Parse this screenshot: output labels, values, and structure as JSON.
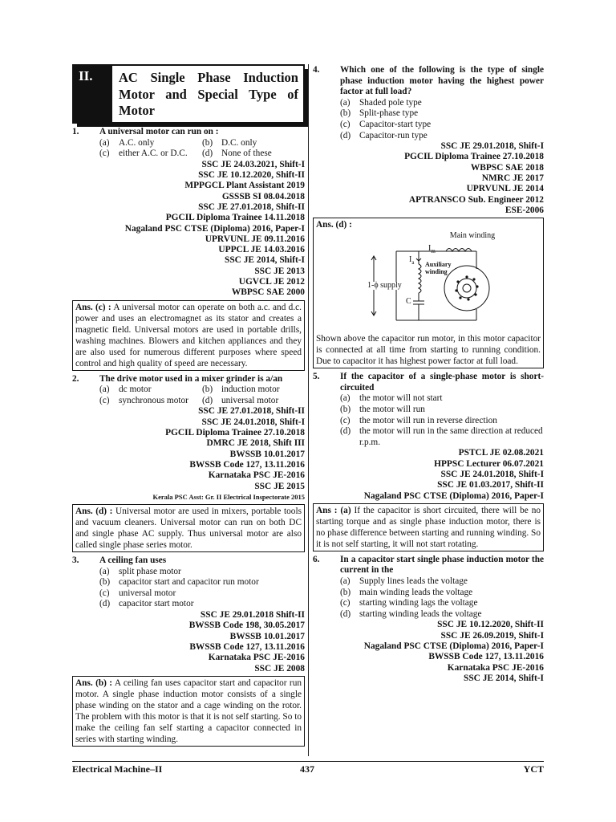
{
  "header": {
    "number": "II.",
    "title": "AC Single Phase Induction Motor and Special Type of Motor"
  },
  "questions": [
    {
      "num": "1.",
      "text": "A universal motor can run on :",
      "options": [
        {
          "key": "(a)",
          "text": "A.C. only"
        },
        {
          "key": "(b)",
          "text": "D.C. only"
        },
        {
          "key": "(c)",
          "text": "either A.C. or D.C."
        },
        {
          "key": "(d)",
          "text": "None of these"
        }
      ],
      "sources": [
        "SSC JE 24.03.2021, Shift-I",
        "SSC JE 10.12.2020, Shift-II",
        "MPPGCL Plant Assistant 2019",
        "GSSSB SI 08.04.2018",
        "SSC JE 27.01.2018, Shift-II",
        "PGCIL Diploma Trainee 14.11.2018",
        "Nagaland PSC CTSE (Diploma) 2016, Paper-I",
        "UPRVUNL JE 09.11.2016",
        "UPPCL JE 14.03.2016",
        "SSC JE 2014, Shift-I",
        "SSC JE 2013",
        "UGVCL JE 2012",
        "WBPSC SAE 2000"
      ],
      "answer_label": "Ans. (c) :",
      "answer_text": "A universal motor can operate on both a.c. and d.c. power and uses an electromagnet as its stator and creates a magnetic field. Universal motors are used in portable drills, washing machines. Blowers and kitchen appliances and they are also used for numerous different purposes where speed control and high quality of speed are necessary."
    },
    {
      "num": "2.",
      "text": "The drive motor used in a mixer grinder is a/an",
      "options": [
        {
          "key": "(a)",
          "text": "dc motor"
        },
        {
          "key": "(b)",
          "text": "induction motor"
        },
        {
          "key": "(c)",
          "text": "synchronous motor"
        },
        {
          "key": "(d)",
          "text": "universal motor"
        }
      ],
      "sources": [
        "SSC JE 27.01.2018, Shift-II",
        "SSC JE 24.01.2018, Shift-I",
        "PGCIL Diploma Trainee 27.10.2018",
        "DMRC JE 2018, Shift III",
        "BWSSB 10.01.2017",
        "BWSSB Code 127, 13.11.2016",
        "Karnataka PSC JE-2016",
        "SSC JE 2015"
      ],
      "small_source": "Kerala PSC Asst: Gr. II Electrical Inspectorate 2015",
      "answer_label": "Ans. (d) :",
      "answer_text": "Universal motor are used in mixers, portable tools and vacuum cleaners. Universal motor can run on both DC and single phase AC supply. Thus universal motor are also called single phase series motor."
    },
    {
      "num": "3.",
      "text": "A ceiling fan uses",
      "options": [
        {
          "key": "(a)",
          "text": "split phase motor"
        },
        {
          "key": "(b)",
          "text": "capacitor start and capacitor run motor"
        },
        {
          "key": "(c)",
          "text": "universal motor"
        },
        {
          "key": "(d)",
          "text": "capacitor start motor"
        }
      ],
      "sources": [
        "SSC JE 29.01.2018 Shift-II",
        "BWSSB Code 198, 30.05.2017",
        "BWSSB 10.01.2017",
        "BWSSB Code 127, 13.11.2016",
        "Karnataka PSC JE-2016",
        "SSC JE 2008"
      ],
      "answer_label": "Ans. (b) :",
      "answer_text": "A ceiling fan uses capacitor start and capacitor run motor. A single phase induction motor consists of a single phase winding on the stator and a cage winding on the rotor. The problem with this motor is that it is not self starting. So to make the ceiling fan self starting a capacitor connected in series with starting winding."
    },
    {
      "num": "4.",
      "text": "Which one of the following is the type of single phase induction motor having the highest power factor at full load?",
      "options": [
        {
          "key": "(a)",
          "text": "Shaded pole type"
        },
        {
          "key": "(b)",
          "text": "Split-phase type"
        },
        {
          "key": "(c)",
          "text": "Capacitor-start type"
        },
        {
          "key": "(d)",
          "text": "Capacitor-run type"
        }
      ],
      "sources": [
        "SSC JE 29.01.2018, Shift-I",
        "PGCIL Diploma Trainee 27.10.2018",
        "WBPSC SAE 2018",
        "NMRC JE 2017",
        "UPRVUNL JE 2014",
        "APTRANSCO Sub. Engineer 2012",
        "ESE-2006"
      ],
      "answer_label": "Ans. (d) :",
      "figure": {
        "main_winding": "Main winding",
        "im": "I",
        "im_sub": "m",
        "ia": "I",
        "ia_sub": "a",
        "aux_winding": "Auxiliary winding",
        "supply": "1-ϕ supply",
        "cap": "C"
      },
      "answer_text": "Shown above the capacitor run motor, in this motor capacitor is connected at all time from starting to running condition. Due to capacitor it has highest power factor at full load."
    },
    {
      "num": "5.",
      "text": "If the capacitor of a single-phase motor is short-circuited",
      "options": [
        {
          "key": "(a)",
          "text": "the motor will not start"
        },
        {
          "key": "(b)",
          "text": "the motor will run"
        },
        {
          "key": "(c)",
          "text": "the motor will run in reverse direction"
        },
        {
          "key": "(d)",
          "text": "the motor will run in the same direction at reduced r.p.m."
        }
      ],
      "sources": [
        "PSTCL JE 02.08.2021",
        "HPPSC Lecturer 06.07.2021",
        "SSC JE 24.01.2018, Shift-I",
        "SSC JE 01.03.2017, Shift-II",
        "Nagaland PSC CTSE (Diploma) 2016, Paper-I"
      ],
      "answer_label": "Ans : (a)",
      "answer_text": "If the capacitor is short circuited, there will be no starting torque and as single phase induction motor, there is no phase difference between starting and running winding. So it is not self starting, it will not start rotating."
    },
    {
      "num": "6.",
      "text": "In a capacitor start single phase induction motor the current in the",
      "options": [
        {
          "key": "(a)",
          "text": "Supply lines leads the voltage"
        },
        {
          "key": "(b)",
          "text": "main winding leads the voltage"
        },
        {
          "key": "(c)",
          "text": "starting winding lags the voltage"
        },
        {
          "key": "(d)",
          "text": "starting winding leads the voltage"
        }
      ],
      "sources": [
        "SSC JE 10.12.2020, Shift-II",
        "SSC JE 26.09.2019, Shift-I",
        "Nagaland PSC CTSE (Diploma) 2016, Paper-I",
        "BWSSB Code 127, 13.11.2016",
        "Karnataka PSC JE-2016",
        "SSC JE 2014, Shift-I"
      ]
    }
  ],
  "footer": {
    "left": "Electrical Machine–II",
    "page": "437",
    "right": "YCT"
  }
}
